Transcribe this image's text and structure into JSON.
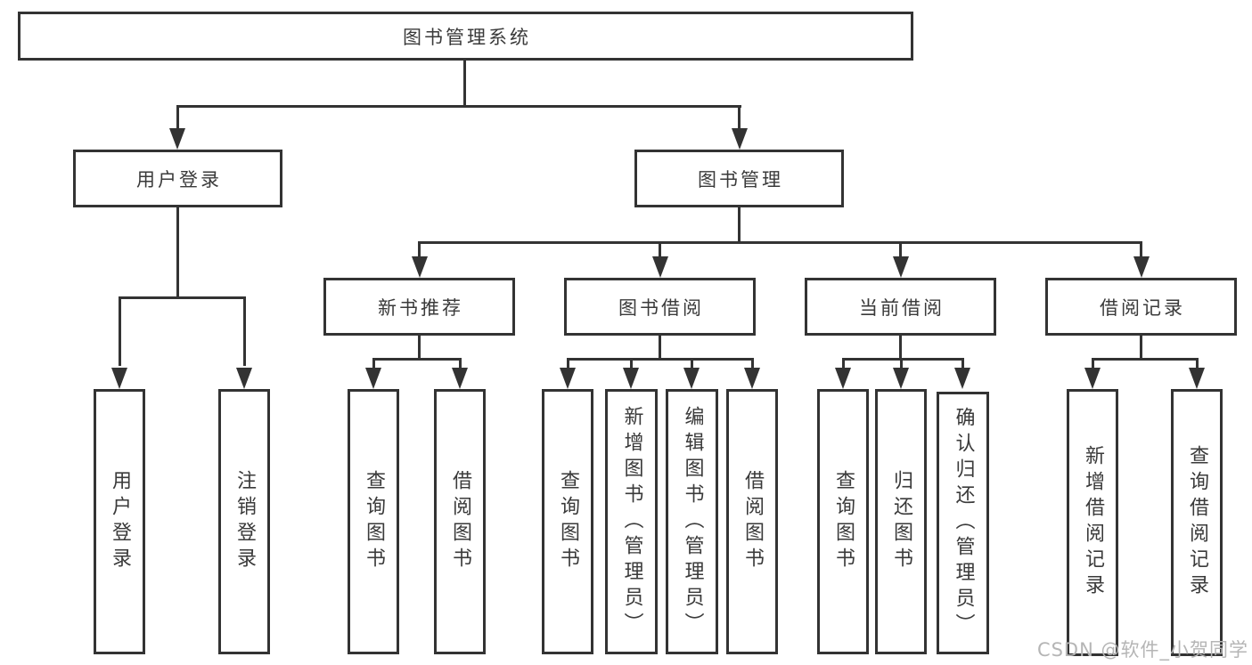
{
  "tree": {
    "root": "图书管理系统",
    "branches": [
      {
        "label": "用户登录",
        "children": [
          "用户登录",
          "注销登录"
        ]
      },
      {
        "label": "图书管理",
        "sections": [
          {
            "label": "新书推荐",
            "children": [
              "查询图书",
              "借阅图书"
            ]
          },
          {
            "label": "图书借阅",
            "children": [
              "查询图书",
              "新增图书（管理员）",
              "编辑图书（管理员）",
              "借阅图书"
            ]
          },
          {
            "label": "当前借阅",
            "children": [
              "查询图书",
              "归还图书",
              "确认归还（管理员）"
            ]
          },
          {
            "label": "借阅记录",
            "children": [
              "新增借阅记录",
              "查询借阅记录"
            ]
          }
        ]
      }
    ]
  },
  "watermark": "CSDN @软件_小贺同学",
  "colors": {
    "line": "#333333",
    "text": "#3a3a3a",
    "watermark": "#b5b5b5",
    "background": "#ffffff"
  }
}
